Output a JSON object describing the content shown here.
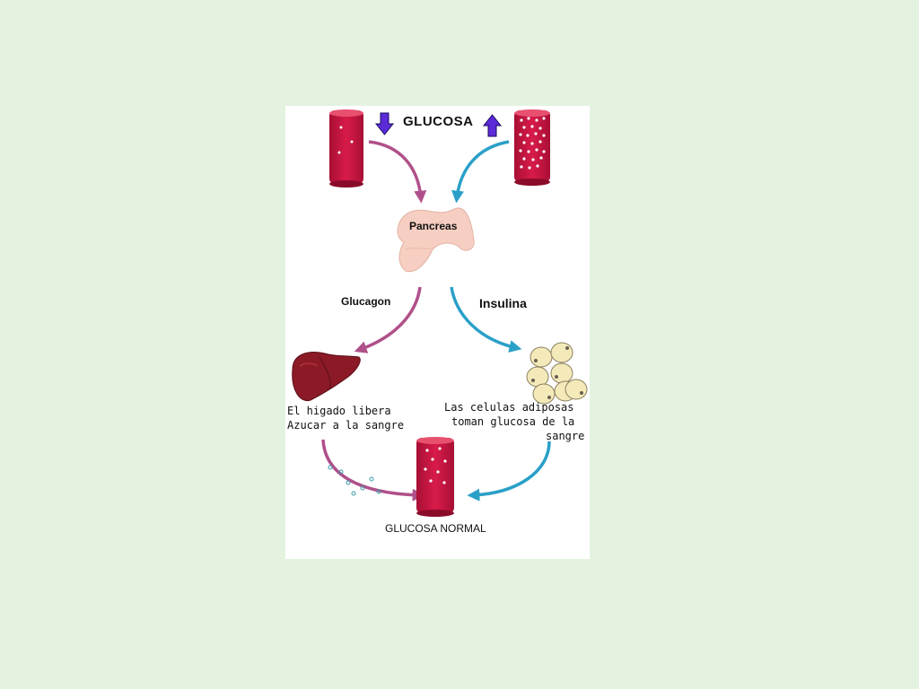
{
  "diagram": {
    "title": "GLUCOSA",
    "nodes": {
      "pancreas": "Pancreas",
      "glucagon": "Glucagon",
      "insulina": "Insulina",
      "liver_text": [
        "El higado libera",
        "Azucar a la sangre"
      ],
      "fat_text": [
        "Las celulas adiposas",
        "toman glucosa de la",
        "sangre"
      ],
      "result": "GLUCOSA NORMAL"
    },
    "indicators": {
      "low": "arrow-down",
      "high": "arrow-up"
    },
    "colors": {
      "background": "#e3f3e0",
      "tube": "#c8173f",
      "tube_dark": "#8a0b2a",
      "glucagon_path": "#b0508a",
      "insulin_path": "#2aa0c8",
      "indicator_arrow": "#5c2bd8",
      "liver": "#8b1a26",
      "pancreas": "#f6cfc2",
      "fat_cells": "#f4e9b8"
    }
  }
}
